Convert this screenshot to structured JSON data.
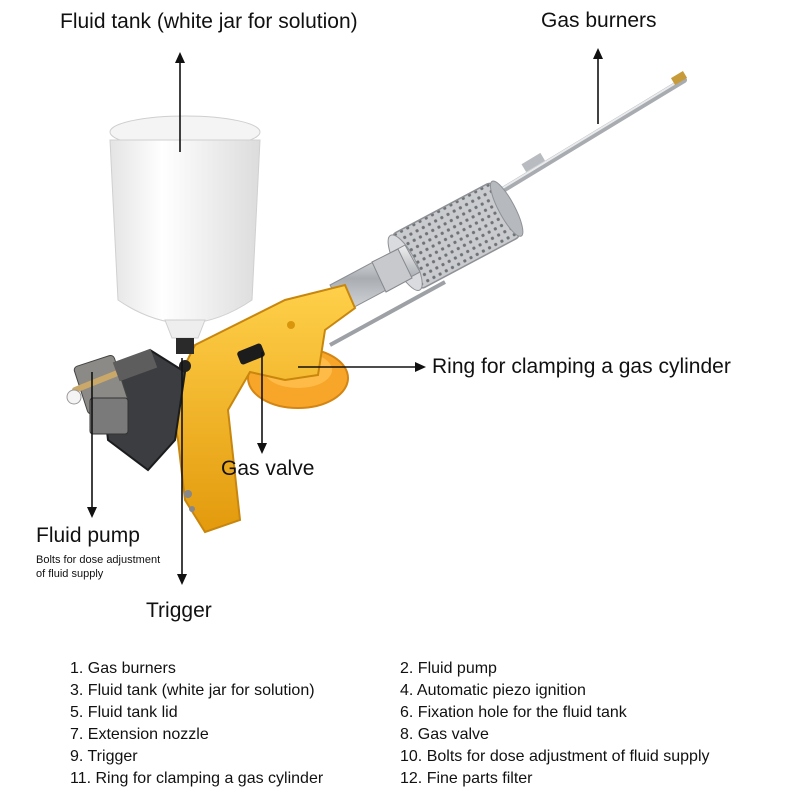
{
  "callouts": {
    "fluid_tank": "Fluid tank (white jar for solution)",
    "gas_burners": "Gas burners",
    "ring": "Ring for clamping a gas cylinder",
    "gas_valve": "Gas valve",
    "fluid_pump": "Fluid pump",
    "fluid_pump_sub1": "Bolts for dose adjustment",
    "fluid_pump_sub2": "of fluid supply",
    "trigger": "Trigger"
  },
  "legend": [
    "1. Gas burners",
    "2. Fluid pump",
    "3. Fluid tank (white jar for solution)",
    "4. Automatic piezo ignition",
    "5. Fluid tank lid",
    "6. Fixation hole for the fluid tank",
    "7. Extension nozzle",
    "8. Gas valve",
    "9. Trigger",
    "10. Bolts for dose adjustment of fluid supply",
    "11. Ring for clamping a gas cylinder",
    "12. Fine parts filter"
  ],
  "colors": {
    "body_yellow": "#f2b21e",
    "ring_orange": "#f7a62a",
    "metal": "#b9bcc0",
    "jar_white": "#f2f2f2"
  }
}
